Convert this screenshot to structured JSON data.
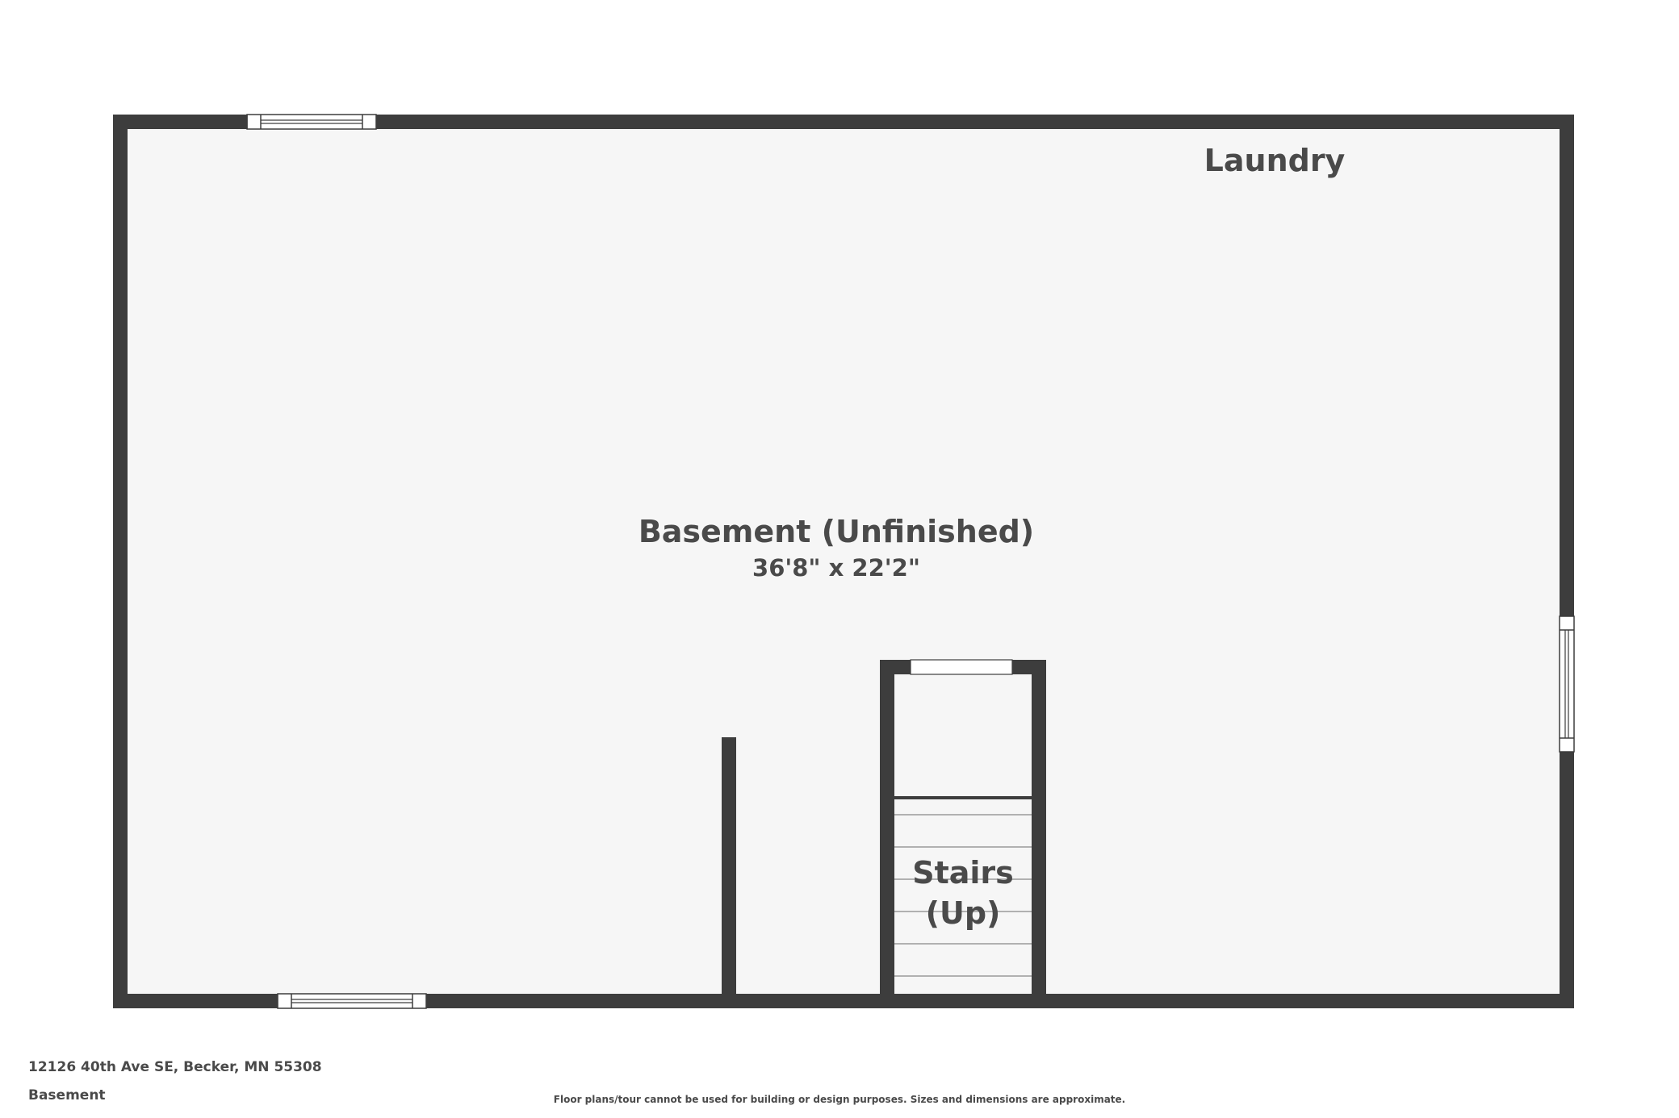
{
  "rooms": {
    "laundry": {
      "name": "Laundry"
    },
    "basement": {
      "name": "Basement (Unfinished)",
      "dimensions": "36'8\" x 22'2\""
    },
    "stairs": {
      "line1": "Stairs",
      "line2": "(Up)"
    }
  },
  "footer": {
    "address": "12126 40th Ave SE, Becker, MN 55308",
    "level": "Basement",
    "disclaimer": "Floor plans/tour cannot be used for building or design purposes. Sizes and dimensions are approximate."
  },
  "colors": {
    "wall": "#3d3d3d",
    "floor": "#f6f6f6",
    "label": "#4a4a4a",
    "stair_line": "#9a9a9a"
  }
}
